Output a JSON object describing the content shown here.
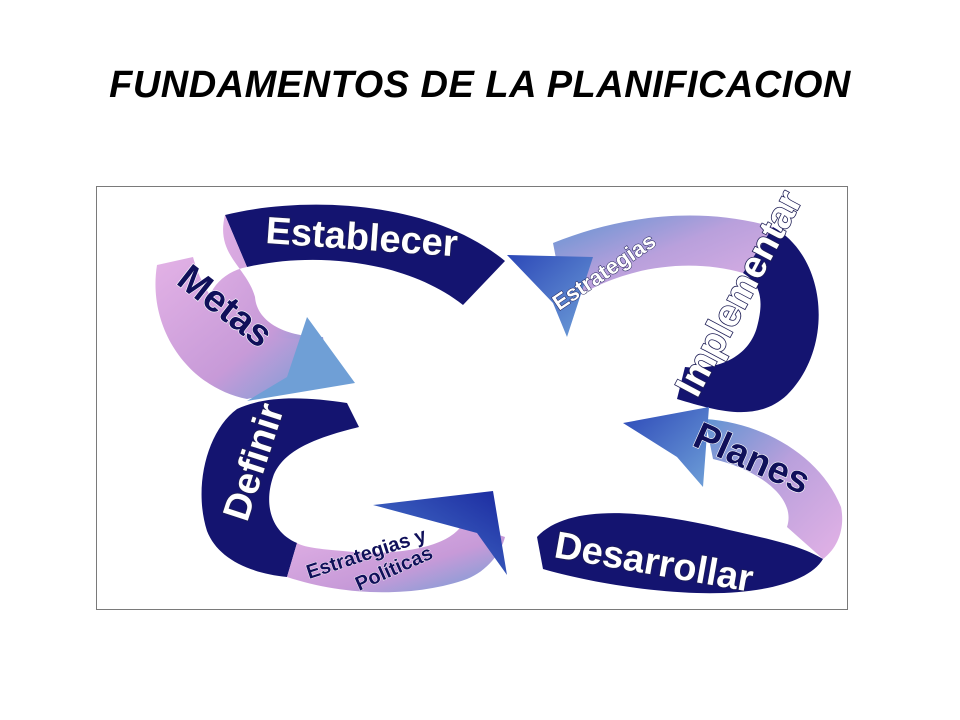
{
  "slide": {
    "title": "FUNDAMENTOS DE LA PLANIFICACION"
  },
  "diagram": {
    "labels": {
      "establecer": "Establecer",
      "metas": "Metas",
      "estrategias": "Estrategias",
      "implementar": "Implementar",
      "planes": "Planes",
      "desarrollar": "Desarrollar",
      "definir": "Definir",
      "estrategias_y": "Estrategias y",
      "politicas": "Políticas"
    },
    "colors": {
      "navy": "#141470",
      "pink": "#d9a6de",
      "light_blue": "#6f9fd6",
      "title": "#000000"
    }
  }
}
